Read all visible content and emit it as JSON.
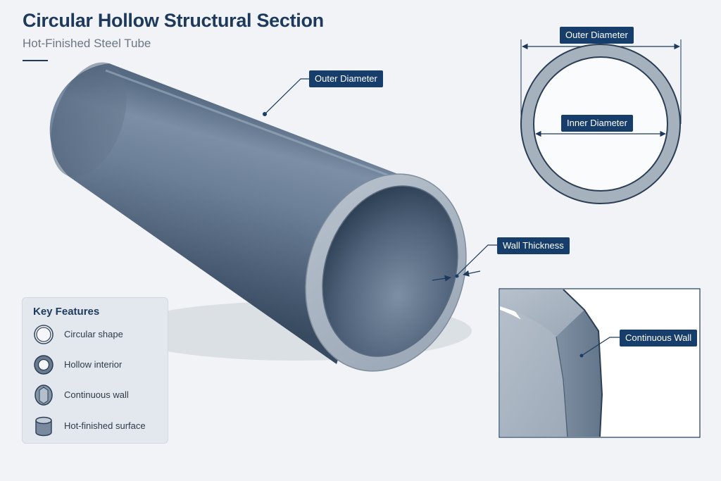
{
  "title": "Circular Hollow Structural Section",
  "subtitle": "Hot-Finished Steel Tube",
  "callouts": {
    "outer_diameter_main": "Outer Diameter",
    "wall_thickness": "Wall Thickness",
    "cross_section_outer": "Outer Diameter",
    "cross_section_inner": "Inner Diameter",
    "continuous_wall": "Continuous Wall"
  },
  "key_features": {
    "heading": "Key Features",
    "items": [
      {
        "icon": "ring-icon",
        "label": "Circular shape"
      },
      {
        "icon": "thick-ring-icon",
        "label": "Hollow interior"
      },
      {
        "icon": "wall-section-icon",
        "label": "Continuous wall"
      },
      {
        "icon": "cylinder-icon",
        "label": "Hot-finished surface"
      }
    ]
  },
  "colors": {
    "accent": "#173d6b",
    "steel": "#5c6f86",
    "steel_dark": "#2c3e55"
  }
}
